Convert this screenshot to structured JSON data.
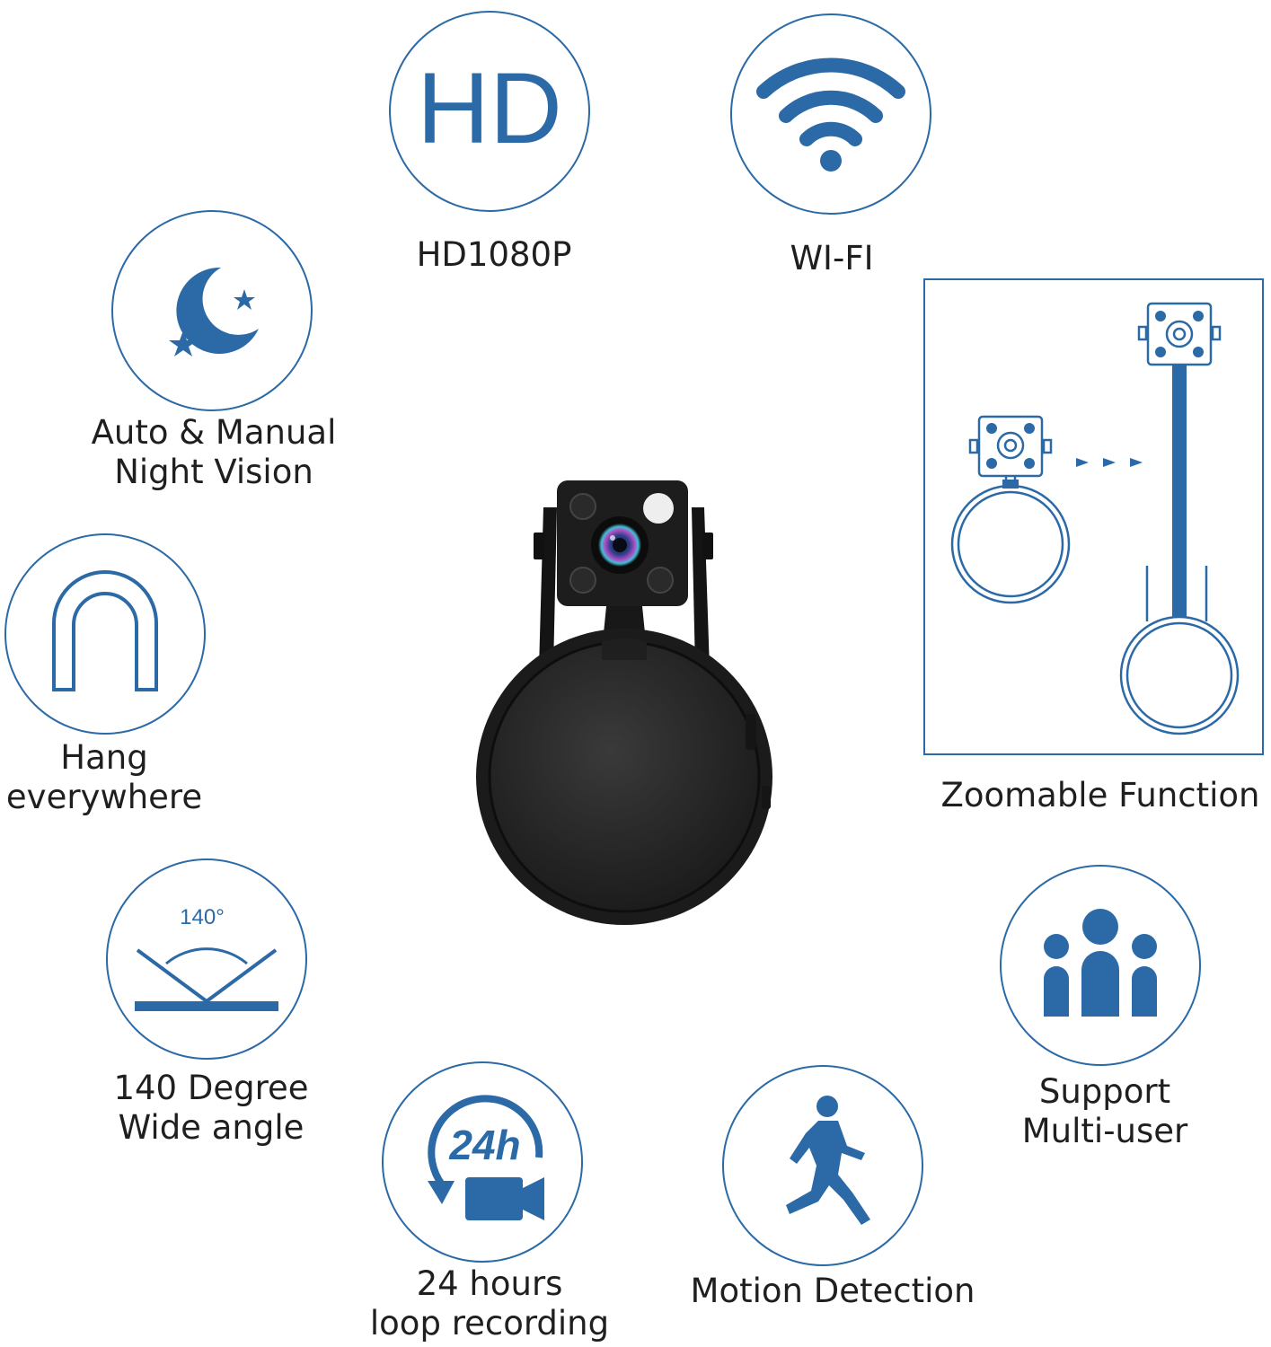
{
  "accent_color": "#2b6aa6",
  "features": {
    "hd": {
      "icon_text": "HD",
      "label": "HD1080P",
      "icon": "hd-icon"
    },
    "wifi": {
      "label": "WI-FI",
      "icon": "wifi-icon"
    },
    "night": {
      "label_line1": "Auto & Manual",
      "label_line2": "Night Vision",
      "icon": "moon-stars-icon"
    },
    "hang": {
      "label_line1": "Hang",
      "label_line2": "everywhere",
      "icon": "hook-icon"
    },
    "angle": {
      "icon_text": "140°",
      "label_line1": "140 Degree",
      "label_line2": "Wide angle",
      "icon": "wide-angle-icon"
    },
    "loop": {
      "icon_text": "24h",
      "label_line1": "24 hours",
      "label_line2": "loop recording",
      "icon": "loop-recording-icon"
    },
    "motion": {
      "label": "Motion Detection",
      "icon": "running-person-icon"
    },
    "multiuser": {
      "label_line1": "Support",
      "label_line2": "Multi-user",
      "icon": "users-icon"
    },
    "zoom": {
      "label": "Zoomable Function",
      "icon": "zoomable-camera-diagram"
    }
  }
}
